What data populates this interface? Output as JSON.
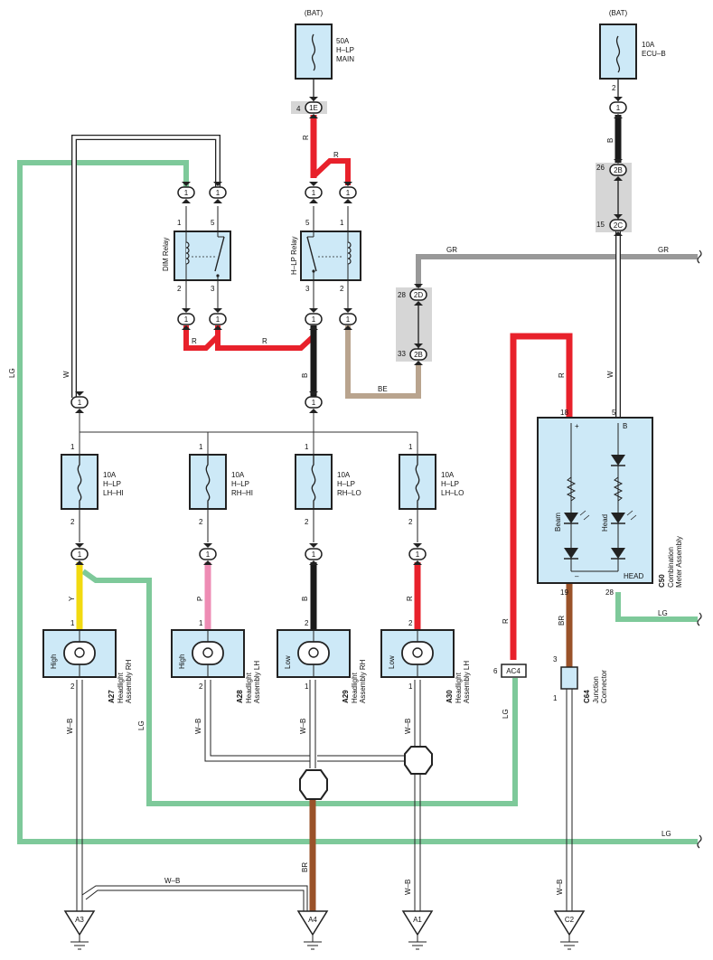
{
  "bat_left": "(BAT)",
  "bat_right": "(BAT)",
  "fuse_main": [
    "50A",
    "H–LP",
    "MAIN"
  ],
  "fuse_ecub": [
    "10A",
    "ECU–B"
  ],
  "fuse_lhhi": [
    "10A",
    "H–LP",
    "LH–HI"
  ],
  "fuse_rhhi": [
    "10A",
    "H–LP",
    "RH–HI"
  ],
  "fuse_rhlo": [
    "10A",
    "H–LP",
    "RH–LO"
  ],
  "fuse_lhlo": [
    "10A",
    "H–LP",
    "LH–LO"
  ],
  "relay_dim": "DIM Relay",
  "relay_hlp": "H–LP Relay",
  "connectors": {
    "c1e": "1E",
    "c2b_top": "2B",
    "c2c": "2C",
    "c2d": "2D",
    "c2b_bot": "2B",
    "ac4": "AC4",
    "one": "1"
  },
  "pins": {
    "p4": "4",
    "p2": "2",
    "p26": "26",
    "p15": "15",
    "p28": "28",
    "p33": "33",
    "p1": "1",
    "p5": "5",
    "p3": "3",
    "p18": "18",
    "p19": "19",
    "p6": "6"
  },
  "wire_colors": {
    "r": "R",
    "b": "B",
    "w": "W",
    "lg": "LG",
    "gr": "GR",
    "be": "BE",
    "y": "Y",
    "p": "P",
    "wb": "W–B",
    "br": "BR"
  },
  "headlights": {
    "a27": {
      "code": "A27",
      "name": [
        "Headlight",
        "Assembly RH"
      ],
      "mode": "High"
    },
    "a28": {
      "code": "A28",
      "name": [
        "Headlight",
        "Assembly LH"
      ],
      "mode": "High"
    },
    "a29": {
      "code": "A29",
      "name": [
        "Headlight",
        "Assembly RH"
      ],
      "mode": "Low"
    },
    "a30": {
      "code": "A30",
      "name": [
        "Headlight",
        "Assembly LH"
      ],
      "mode": "Low"
    }
  },
  "meter": {
    "code": "C50",
    "name": [
      "Combination",
      "Meter Assembly"
    ],
    "beam": "Beam",
    "head": "Head",
    "head_caps": "HEAD",
    "plus": "+",
    "minus": "–",
    "b": "B"
  },
  "junction": {
    "code": "C64",
    "name": [
      "Junction",
      "Connector"
    ]
  },
  "grounds": [
    "A3",
    "A4",
    "A1",
    "C2"
  ],
  "colors": {
    "red": "#e8212b",
    "green": "#7ec99a",
    "gray": "#999999",
    "tan": "#b9a48e",
    "yellow": "#f2da10",
    "pink": "#ee8cb4",
    "brown": "#9a5229",
    "black": "#1a1a1a",
    "lightblue": "#cde9f7",
    "graybox": "#d6d6d6"
  }
}
